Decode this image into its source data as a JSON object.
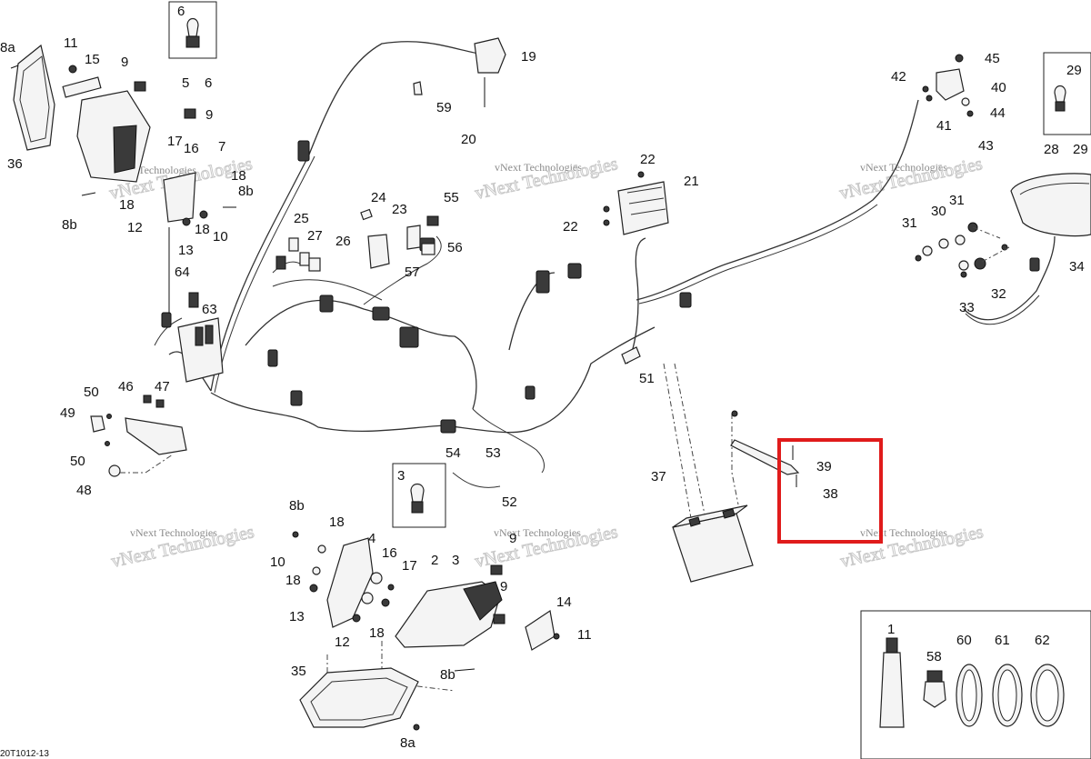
{
  "diagram": {
    "figure_code": "20T1012-13",
    "watermark": "vNext Technologies",
    "highlight_color": "#e01b1b",
    "labels": [
      "8a",
      "11",
      "15",
      "9",
      "36",
      "5",
      "6",
      "9",
      "17",
      "16",
      "18",
      "7",
      "18",
      "8b",
      "8b",
      "12",
      "13",
      "18",
      "10",
      "6",
      "19",
      "59",
      "20",
      "22",
      "21",
      "22",
      "24",
      "23",
      "55",
      "56",
      "57",
      "25",
      "27",
      "26",
      "64",
      "63",
      "51",
      "45",
      "42",
      "40",
      "44",
      "41",
      "43",
      "29",
      "28",
      "29",
      "30",
      "31",
      "31",
      "34",
      "33",
      "32",
      "46",
      "47",
      "50",
      "49",
      "50",
      "48",
      "54",
      "53",
      "52",
      "3",
      "2",
      "3",
      "37",
      "39",
      "38",
      "8b",
      "18",
      "4",
      "10",
      "16",
      "17",
      "18",
      "13",
      "18",
      "12",
      "9",
      "14",
      "11",
      "9",
      "35",
      "8b",
      "8a",
      "1",
      "60",
      "61",
      "62",
      "58"
    ]
  }
}
